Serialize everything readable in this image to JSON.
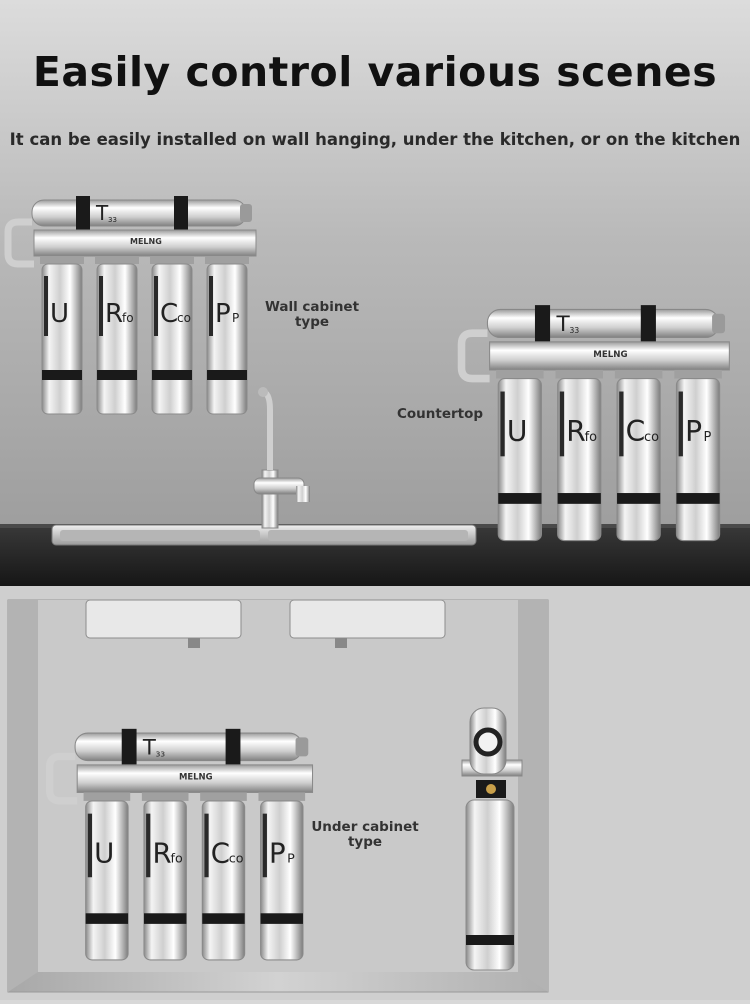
{
  "headline": "Easily control various scenes",
  "subheadline": "It can be easily installed on wall hanging, under the kitchen, or on the kitchen",
  "labels": {
    "wall": [
      "Wall cabinet",
      "type"
    ],
    "counter": "Countertop",
    "under": [
      "Under cabinet",
      "type"
    ]
  },
  "brand": "MELNG",
  "top_filter_mark": "T",
  "top_filter_number": "33",
  "cartridge_letters": [
    "U",
    "R",
    "C",
    "P"
  ],
  "cartridge_subletters": [
    "",
    "fo",
    "co",
    "P"
  ],
  "colors": {
    "wall": "#a9a9a9",
    "counter": "#1e1e1e",
    "cabinet": "#bdbdbd",
    "steel": "#e8e8e8"
  }
}
